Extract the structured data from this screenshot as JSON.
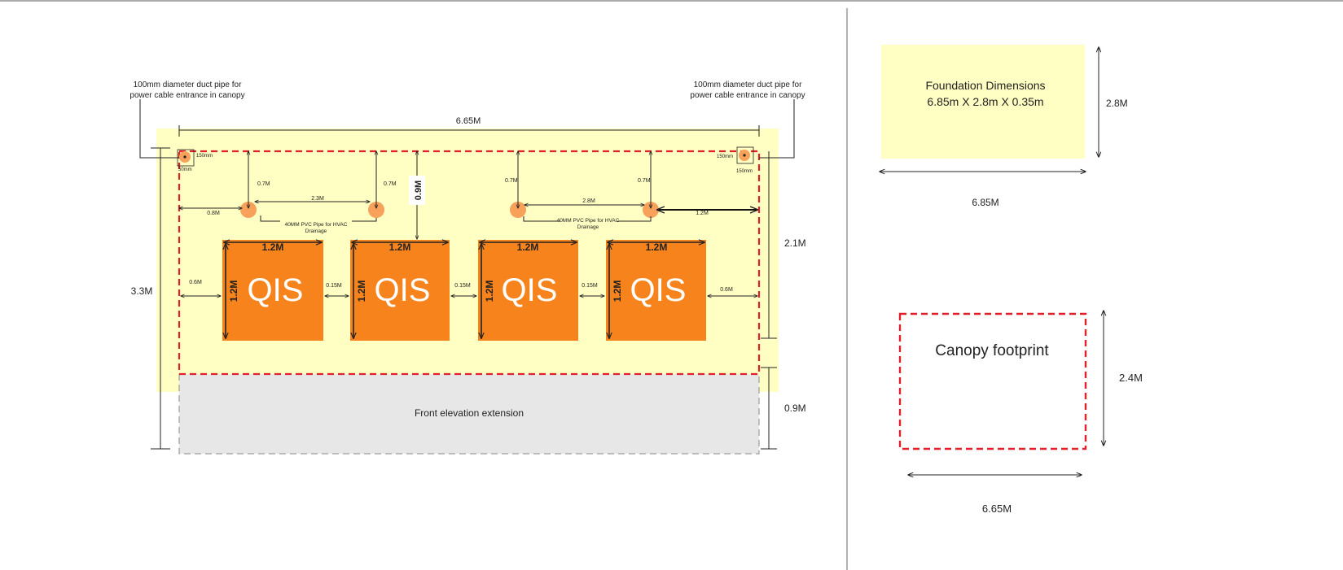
{
  "plan": {
    "duct_note_left": [
      "100mm diameter duct pipe for",
      "power cable entrance in canopy"
    ],
    "duct_note_right": [
      "100mm diameter duct pipe for",
      "power cable entrance in canopy"
    ],
    "overall_width": "6.65M",
    "duct_offset": "150mm",
    "duct_offset_short": "50mm",
    "pipe_setback": "0.7M",
    "unit_setback": "0.9M",
    "left_pipe_edge": "0.8M",
    "left_pipe_spacing": "2.3M",
    "right_pipe_spacing": "2.8M",
    "right_pipe_edge": "1.2M",
    "hvac_note": [
      "40MM PVC Pipe for HVAC",
      "Drainage"
    ],
    "unit_label": "QIS",
    "unit_size": "1.2M",
    "unit_count": 4,
    "edge_gap": "0.6M",
    "unit_gap": "0.15M",
    "overall_depth": "3.3M",
    "canopy_depth_dim": "2.1M",
    "extension_depth": "0.9M",
    "extension_label": "Front elevation extension"
  },
  "foundation": {
    "title": "Foundation Dimensions",
    "size": "6.85m X 2.8m X 0.35m",
    "height": "2.8M",
    "width": "6.85M"
  },
  "canopy": {
    "title": "Canopy footprint",
    "height": "2.4M",
    "width": "6.65M"
  },
  "colors": {
    "foundation": "#ffffc3",
    "unit": "#f7831d",
    "pipe": "#f7a15b",
    "canopy_line": "#e0202a",
    "extension": "#e7e7e7"
  }
}
